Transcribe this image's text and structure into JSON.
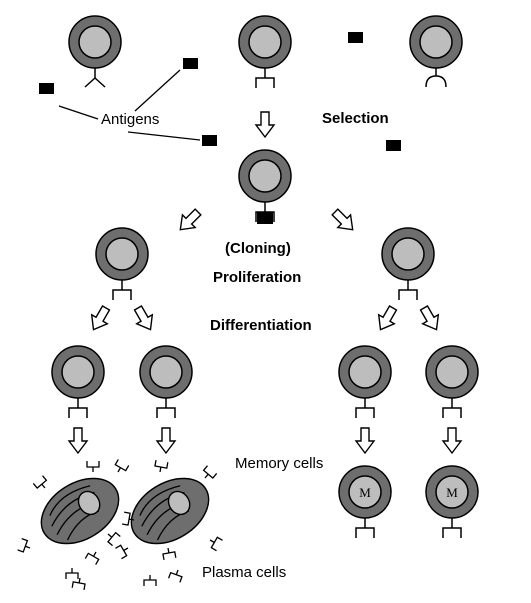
{
  "labels": {
    "antigens": "Antigens",
    "selection": "Selection",
    "cloning": "(Cloning)",
    "proliferation": "Proliferation",
    "differentiation": "Differentiation",
    "memory_cells": "Memory cells",
    "plasma_cells": "Plasma cells"
  },
  "memory_cell_letter": "M",
  "colors": {
    "cell_outer": "#6e6e6e",
    "cell_inner": "#bdbdbd",
    "antigen": "#000000",
    "line": "#000000",
    "background": "#ffffff"
  }
}
